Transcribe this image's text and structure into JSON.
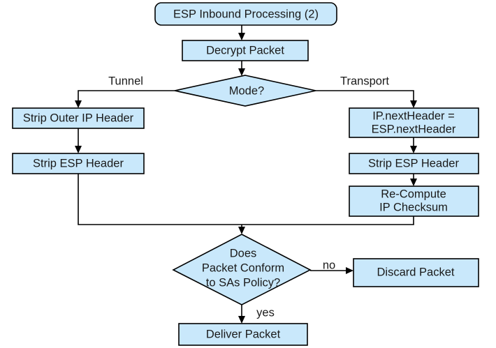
{
  "diagram": {
    "title": "ESP Inbound Processing (2)",
    "palette": {
      "node_fill": "#c9e8fb",
      "node_stroke": "#000000",
      "text": "#1a1a1a",
      "background": "#ffffff"
    },
    "nodes": [
      {
        "id": "start",
        "type": "terminator",
        "label": "ESP Inbound Processing (2)",
        "lines": [
          "ESP Inbound Processing (2)"
        ]
      },
      {
        "id": "decrypt",
        "type": "process",
        "label": "Decrypt Packet",
        "lines": [
          "Decrypt Packet"
        ]
      },
      {
        "id": "mode",
        "type": "decision",
        "label": "Mode?",
        "lines": [
          "Mode?"
        ]
      },
      {
        "id": "strip-outer-ip",
        "type": "process",
        "label": "Strip Outer IP Header",
        "lines": [
          "Strip Outer IP Header"
        ]
      },
      {
        "id": "strip-esp-tunnel",
        "type": "process",
        "label": "Strip ESP Header",
        "lines": [
          "Strip ESP Header"
        ]
      },
      {
        "id": "next-header",
        "type": "process",
        "label": "IP.nextHeader = ESP.nextHeader",
        "lines": [
          "IP.nextHeader =",
          "ESP.nextHeader"
        ]
      },
      {
        "id": "strip-esp-transport",
        "type": "process",
        "label": "Strip ESP Header",
        "lines": [
          "Strip ESP Header"
        ]
      },
      {
        "id": "recompute-checksum",
        "type": "process",
        "label": "Re-Compute IP Checksum",
        "lines": [
          "Re-Compute",
          "IP Checksum"
        ]
      },
      {
        "id": "conform",
        "type": "decision",
        "label": "Does Packet Conform to SAs Policy?",
        "lines": [
          "Does",
          "Packet Conform",
          "to SAs Policy?"
        ]
      },
      {
        "id": "discard",
        "type": "process",
        "label": "Discard Packet",
        "lines": [
          "Discard Packet"
        ]
      },
      {
        "id": "deliver",
        "type": "process",
        "label": "Deliver Packet",
        "lines": [
          "Deliver Packet"
        ]
      }
    ],
    "edge_labels": [
      {
        "id": "tunnel",
        "label": "Tunnel"
      },
      {
        "id": "transport",
        "label": "Transport"
      },
      {
        "id": "no",
        "label": "no"
      },
      {
        "id": "yes",
        "label": "yes"
      }
    ]
  }
}
